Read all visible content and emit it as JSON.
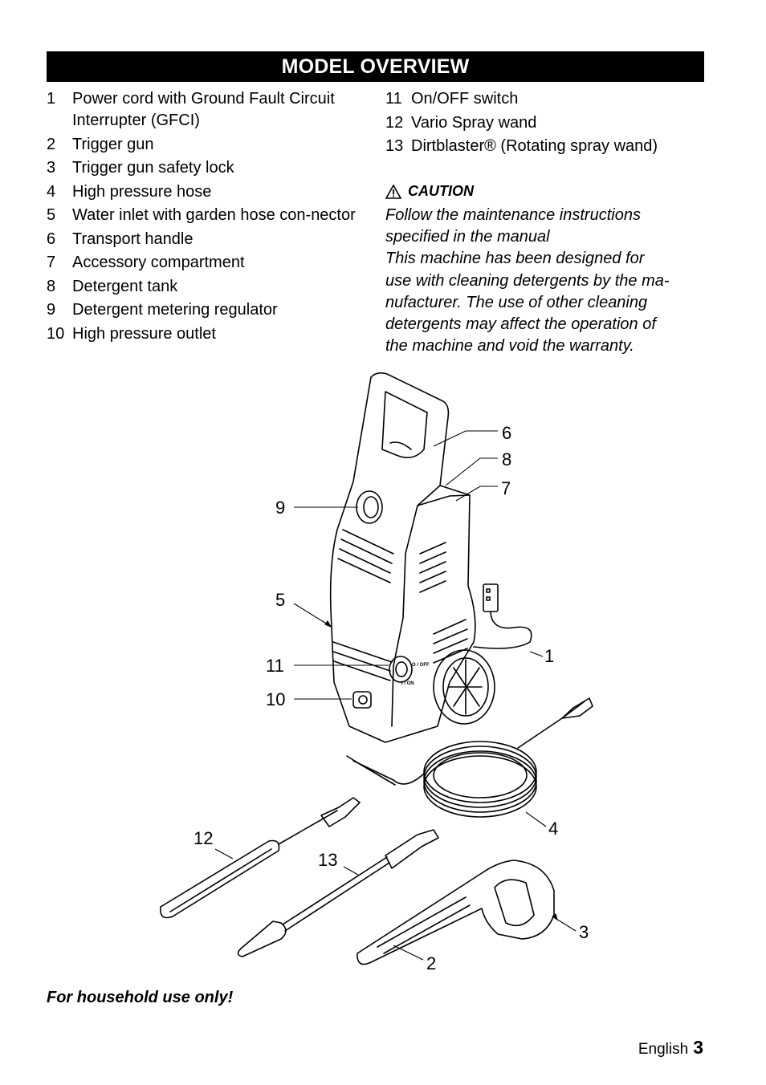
{
  "title": "MODEL OVERVIEW",
  "parts_left": [
    {
      "num": "1",
      "text": "Power cord with Ground Fault Circuit Interrupter (GFCI)"
    },
    {
      "num": "2",
      "text": "Trigger gun"
    },
    {
      "num": "3",
      "text": "Trigger gun safety lock"
    },
    {
      "num": "4",
      "text": "High pressure hose"
    },
    {
      "num": "5",
      "text": "Water inlet with garden hose con-nector"
    },
    {
      "num": "6",
      "text": "Transport handle"
    },
    {
      "num": "7",
      "text": "Accessory compartment"
    },
    {
      "num": "8",
      "text": "Detergent tank"
    },
    {
      "num": "9",
      "text": "Detergent metering regulator"
    },
    {
      "num": "10",
      "text": "High pressure outlet"
    }
  ],
  "parts_right": [
    {
      "num": "11",
      "text": "On/OFF switch"
    },
    {
      "num": "12",
      "text": "Vario Spray wand"
    },
    {
      "num": "13",
      "text": "Dirtblaster® (Rotating spray wand)"
    }
  ],
  "caution": {
    "heading": "CAUTION",
    "lines": [
      "Follow the maintenance instructions",
      "specified in the manual",
      "This machine has been designed for",
      "use with cleaning detergents by the ma-",
      "nufacturer. The use of other cleaning",
      "detergents may affect the operation of",
      "the machine and void the warranty."
    ]
  },
  "diagram": {
    "callouts": [
      "6",
      "8",
      "7",
      "9",
      "5",
      "1",
      "11",
      "10",
      "4",
      "12",
      "13",
      "3",
      "2"
    ],
    "switch_label_top": "O / OFF",
    "switch_label_bottom": "I / ON"
  },
  "footer_note": "For household use only!",
  "language": "English",
  "page_number": "3"
}
